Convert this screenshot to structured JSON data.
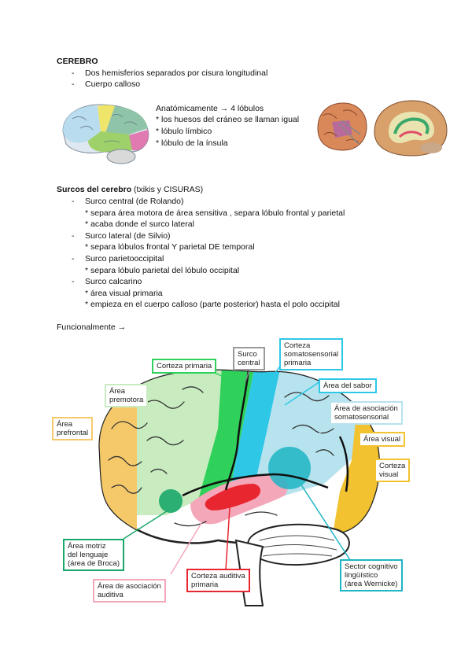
{
  "cerebro": {
    "heading": "CEREBRO",
    "items": [
      "Dos hemisferios separados por cisura longitudinal",
      "Cuerpo calloso"
    ],
    "anat_line": "Anatómicamente → 4 lóbulos",
    "anat_items": [
      "* los huesos del cráneo se llaman igual",
      "* lóbulo límbico",
      "* lóbulo de la ínsula"
    ]
  },
  "surcos": {
    "heading_bold": "Surcos del cerebro",
    "heading_rest": " (txikis y CISURAS)",
    "lines": [
      {
        "kind": "bullet",
        "text": "Surco central (de Rolando)"
      },
      {
        "kind": "sub",
        "text": "* separa área motora de área sensitiva , separa lóbulo frontal y parietal"
      },
      {
        "kind": "sub",
        "text": "* acaba donde el surco lateral"
      },
      {
        "kind": "bullet",
        "text": "Surco lateral (de Silvio)"
      },
      {
        "kind": "sub",
        "text": "* separa lóbulos frontal Y parietal DE temporal"
      },
      {
        "kind": "bullet",
        "text": "Surco parietooccipital"
      },
      {
        "kind": "sub",
        "text": "* separa lóbulo parietal del lóbulo occipital"
      },
      {
        "kind": "bullet",
        "text": "Surco calcarino"
      },
      {
        "kind": "sub",
        "text": "* área visual primaria"
      },
      {
        "kind": "sub",
        "text": "* empieza en el cuerpo calloso (parte posterior) hasta el polo occipital"
      }
    ]
  },
  "funcional": "Funcionalmente →",
  "diagram": {
    "labels": {
      "corteza_primaria": "Corteza primaria",
      "surco_central": "Surco\ncentral",
      "corteza_somatosensorial": "Corteza\nsomatosensorial\nprimaria",
      "area_sabor": "Área del sabor",
      "area_premotora": "Área\npremotora",
      "area_asociacion_somato": "Área de asociación\nsomatosensorial",
      "area_prefrontal": "Área\nprefrontal",
      "area_visual": "Área visual",
      "corteza_visual": "Corteza\nvisual",
      "area_broca": "Área motriz\ndel lenguaje\n(área de Broca)",
      "sector_wernicke": "Sector cognitivo\nlingüístico\n(área Wernicke)",
      "corteza_auditiva": "Corteza auditiva\nprimaria",
      "area_asociacion_auditiva": "Área de asociación\nauditiva"
    },
    "colors": {
      "prefrontal": "#f5c96a",
      "premotor": "#c8ecc0",
      "motor": "#2fd15a",
      "somatosensory": "#2ec8e6",
      "assoc_somato": "#b6e3ee",
      "visual": "#f2c230",
      "auditory": "#e8262f",
      "assoc_auditory": "#f4a7b9",
      "broca": "#1aa86a",
      "wernicke": "#1fb5c4",
      "temporal": "#ffffff",
      "cerebellum": "#ffffff"
    }
  }
}
